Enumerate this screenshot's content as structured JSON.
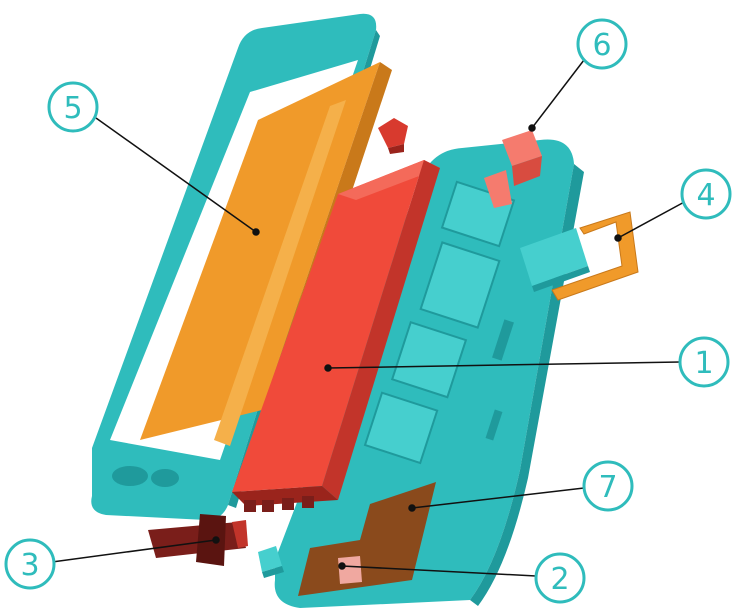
{
  "colors": {
    "teal": "#2fbcbc",
    "teal_dark": "#1f9a9c",
    "teal_light": "#46cfce",
    "orange": "#f09a2a",
    "orange_dark": "#c9791a",
    "red": "#f04a3a",
    "red_dark": "#c2342a",
    "maroon": "#7a1e1a",
    "brown": "#8a4a1c",
    "callout_stroke": "#2fbcbc",
    "callout_text": "#2fbcbc",
    "leader_line": "#111111"
  },
  "callouts": [
    {
      "id": "callout-1",
      "label": "1"
    },
    {
      "id": "callout-2",
      "label": "2"
    },
    {
      "id": "callout-3",
      "label": "3"
    },
    {
      "id": "callout-4",
      "label": "4"
    },
    {
      "id": "callout-5",
      "label": "5"
    },
    {
      "id": "callout-6",
      "label": "6"
    },
    {
      "id": "callout-7",
      "label": "7"
    }
  ]
}
